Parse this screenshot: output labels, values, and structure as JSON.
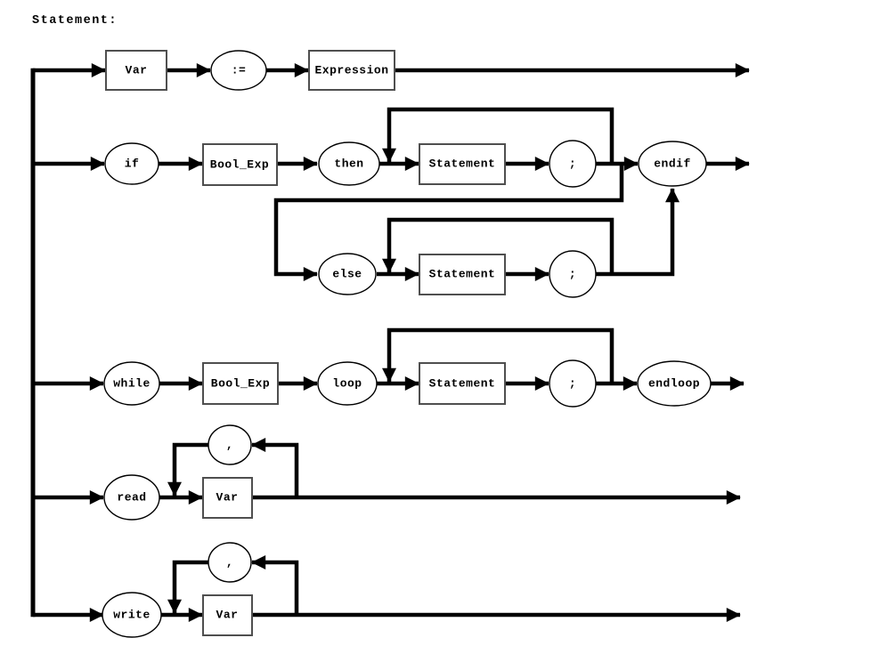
{
  "diagram": {
    "title": "Statement:"
  },
  "nodes": {
    "assign_var": {
      "label": "Var",
      "shape": "box"
    },
    "assign_op": {
      "label": ":=",
      "shape": "oval"
    },
    "expression": {
      "label": "Expression",
      "shape": "box"
    },
    "kw_if": {
      "label": "if",
      "shape": "oval"
    },
    "if_cond": {
      "label": "Bool_Exp",
      "shape": "box"
    },
    "kw_then": {
      "label": "then",
      "shape": "oval"
    },
    "then_stmt": {
      "label": "Statement",
      "shape": "box"
    },
    "then_semi": {
      "label": ";",
      "shape": "oval"
    },
    "kw_endif": {
      "label": "endif",
      "shape": "oval"
    },
    "kw_else": {
      "label": "else",
      "shape": "oval"
    },
    "else_stmt": {
      "label": "Statement",
      "shape": "box"
    },
    "else_semi": {
      "label": ";",
      "shape": "oval"
    },
    "kw_while": {
      "label": "while",
      "shape": "oval"
    },
    "while_cond": {
      "label": "Bool_Exp",
      "shape": "box"
    },
    "kw_loop": {
      "label": "loop",
      "shape": "oval"
    },
    "loop_stmt": {
      "label": "Statement",
      "shape": "box"
    },
    "loop_semi": {
      "label": ";",
      "shape": "oval"
    },
    "kw_endloop": {
      "label": "endloop",
      "shape": "oval"
    },
    "kw_read": {
      "label": "read",
      "shape": "oval"
    },
    "read_comma": {
      "label": ",",
      "shape": "oval"
    },
    "read_var": {
      "label": "Var",
      "shape": "box"
    },
    "kw_write": {
      "label": "write",
      "shape": "oval"
    },
    "write_comma": {
      "label": ",",
      "shape": "oval"
    },
    "write_var": {
      "label": "Var",
      "shape": "box"
    }
  },
  "colors": {
    "line": "#000000",
    "box_border": "#4f4f4f",
    "node_fill": "#ffffff",
    "text": "#000000",
    "background": "#ffffff"
  }
}
